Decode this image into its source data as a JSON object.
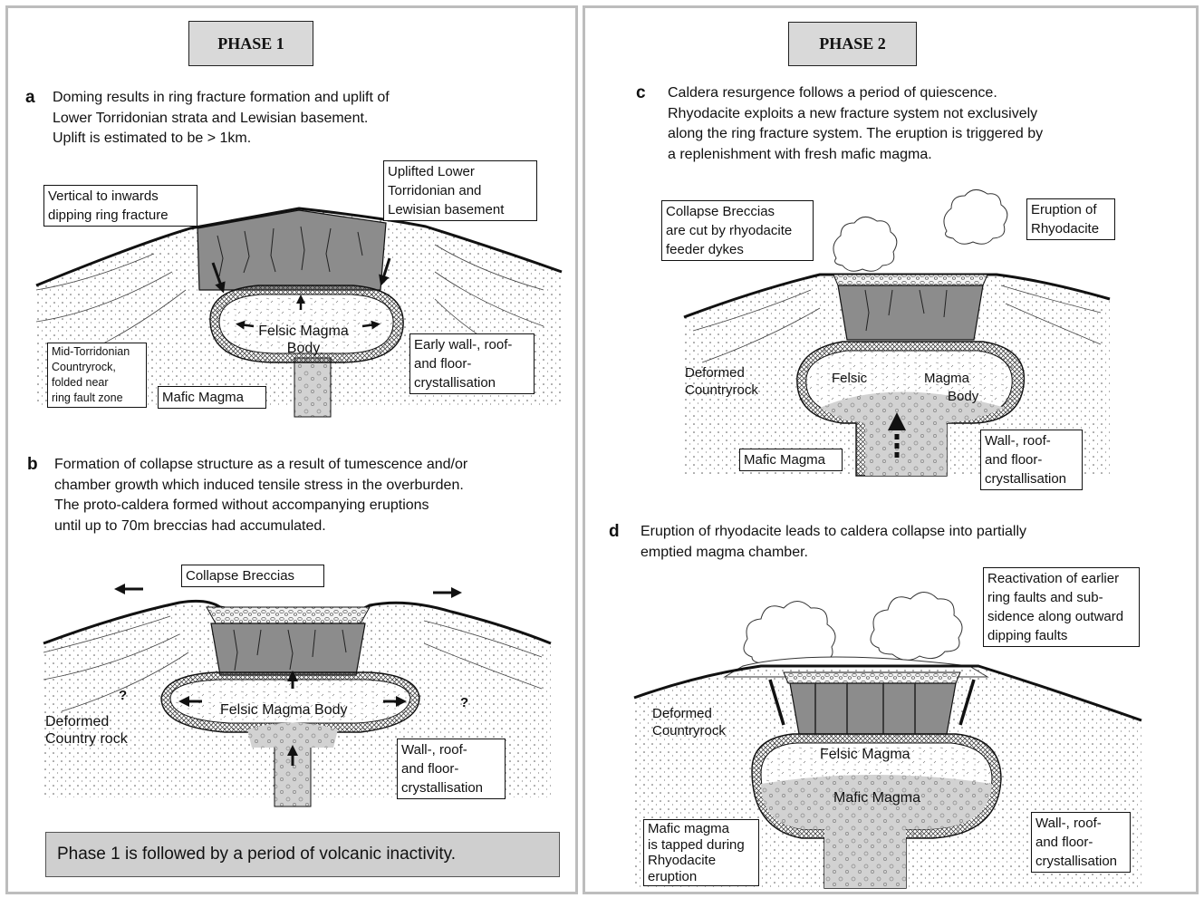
{
  "phase1": {
    "title": "PHASE 1",
    "a": {
      "letter": "a",
      "caption": "Doming results in ring fracture formation and uplift of\nLower Torridonian strata and Lewisian basement.\nUplift is estimated to be > 1km.",
      "labels": {
        "ring_fracture": "Vertical to inwards\ndipping ring fracture",
        "uplifted": "Uplifted Lower\nTorridonian and\nLewisian basement",
        "felsic": "Felsic Magma\nBody",
        "countryrock": "Mid-Torridonian\nCountryrock,\nfolded near\nring fault zone",
        "crystallisation": "Early wall-, roof-\nand floor-\ncrystallisation",
        "mafic": "Mafic Magma"
      }
    },
    "b": {
      "letter": "b",
      "caption": "Formation of collapse structure as a result of tumescence and/or\nchamber growth which induced tensile stress in the overburden.\nThe proto-caldera formed without accompanying eruptions\nuntil up to 70m breccias had accumulated.",
      "labels": {
        "breccias": "Collapse Breccias",
        "felsic": "Felsic Magma Body",
        "deformed": "Deformed\nCountry rock",
        "crystallisation": "Wall-, roof-\nand floor-\ncrystallisation",
        "question": "?"
      }
    },
    "footer": "Phase 1 is followed by a period of volcanic inactivity."
  },
  "phase2": {
    "title": "PHASE 2",
    "c": {
      "letter": "c",
      "caption": "Caldera resurgence follows a period of quiescence.\nRhyodacite exploits a new fracture system not exclusively\nalong the ring fracture system. The eruption is triggered by\na replenishment with fresh mafic magma.",
      "labels": {
        "breccias_cut": "Collapse Breccias\nare cut by rhyodacite\nfeeder dykes",
        "eruption": "Eruption of\nRhyodacite",
        "deformed": "Deformed\nCountryrock",
        "felsic": "Felsic",
        "magma": "Magma",
        "body": "Body",
        "mafic": "Mafic Magma",
        "crystallisation": "Wall-, roof-\nand floor-\ncrystallisation"
      }
    },
    "d": {
      "letter": "d",
      "caption": "Eruption of rhyodacite leads to caldera collapse into partially\nemptied magma chamber.",
      "labels": {
        "reactivation": "Reactivation of earlier\nring faults and sub-\nsidence along outward\ndipping faults",
        "deformed": "Deformed\nCountryrock",
        "felsic": "Felsic Magma",
        "mafic": "Mafic Magma",
        "tapped": "Mafic magma\nis tapped during\nRhyodacite\neruption",
        "crystallisation": "Wall-, roof-\nand floor-\ncrystallisation"
      }
    }
  }
}
